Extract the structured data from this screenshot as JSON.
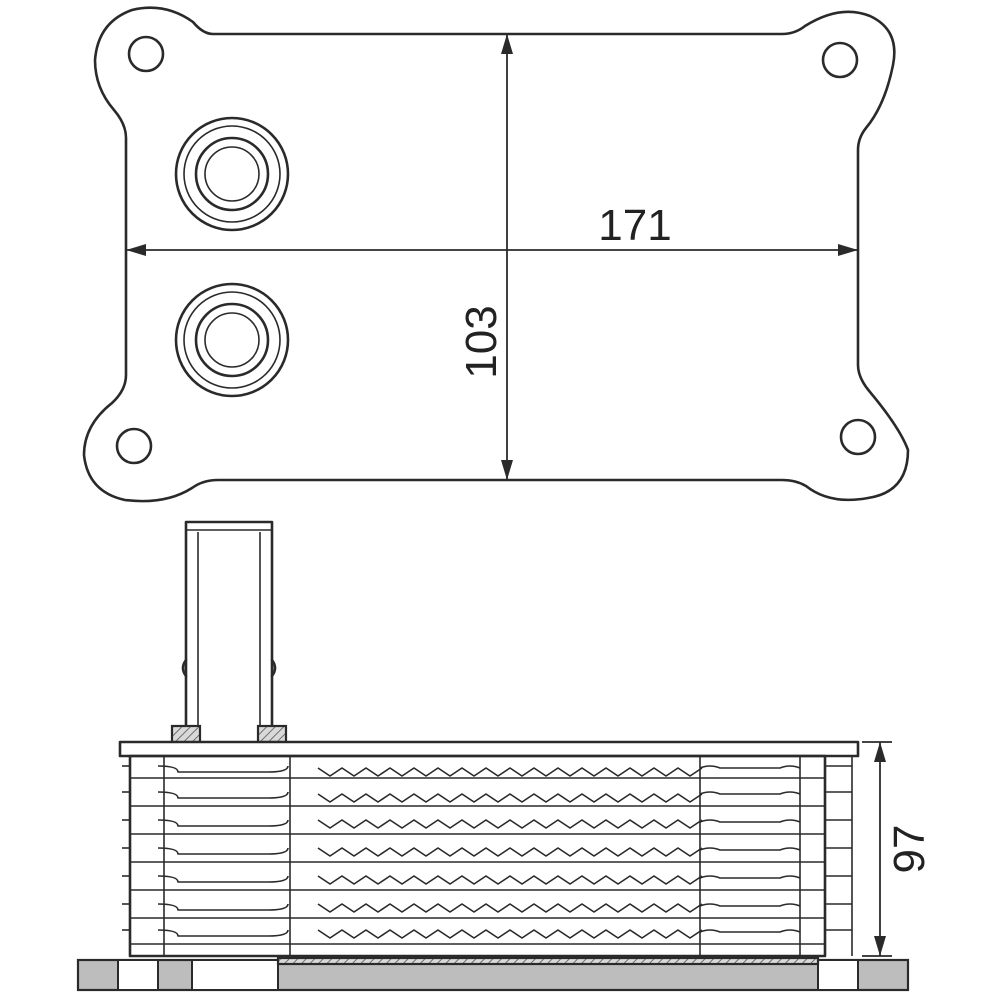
{
  "drawing": {
    "dimensions": {
      "width_label": "171",
      "height_label": "103",
      "depth_label": "97"
    }
  }
}
